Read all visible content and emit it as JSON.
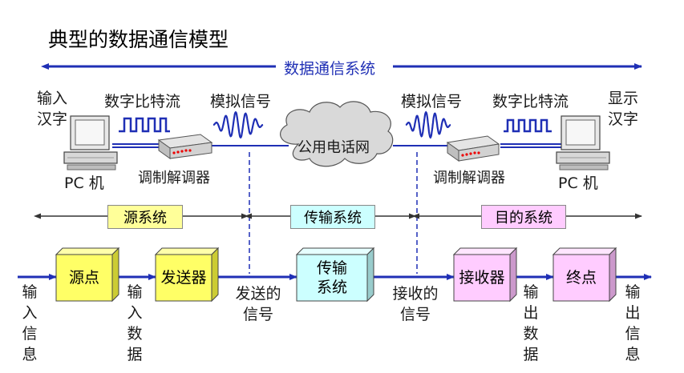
{
  "title": "典型的数据通信模型",
  "system_label": "数据通信系统",
  "top": {
    "left_input": "输入汉字",
    "left_bits": "数字比特流",
    "left_analog": "模拟信号",
    "left_pc": "PC 机",
    "left_modem": "调制解调器",
    "cloud": "公用电话网",
    "right_analog": "模拟信号",
    "right_bits": "数字比特流",
    "right_output": "显示汉字",
    "right_pc": "PC 机",
    "right_modem": "调制解调器"
  },
  "sections": {
    "source": "源系统",
    "transmission": "传输系统",
    "destination": "目的系统"
  },
  "boxes": {
    "source_point": "源点",
    "transmitter": "发送器",
    "transmission_system": "传输系统",
    "receiver": "接收器",
    "destination_point": "终点"
  },
  "flow": {
    "input_info": "输入信息",
    "input_data": "输入数据",
    "sent_signal": "发送的信号",
    "received_signal": "接收的信号",
    "output_data": "输出数据",
    "output_info": "输出信息"
  },
  "colors": {
    "accent": "#1f2fb5",
    "yellow_box": "#ffff66",
    "cyan_box": "#ccffff",
    "pink_box": "#ffccff",
    "label_fill": "#ffff99",
    "cloud": "#d9d9d9"
  }
}
